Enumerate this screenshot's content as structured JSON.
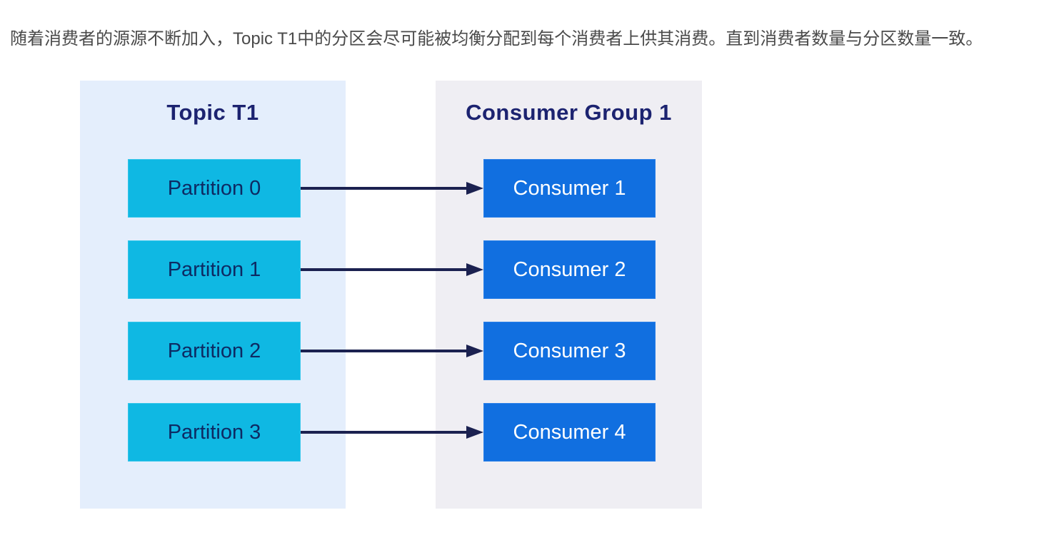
{
  "page": {
    "description_text": "随着消费者的源源不断加入，Topic T1中的分区会尽可能被均衡分配到每个消费者上供其消费。直到消费者数量与分区数量一致。",
    "background_color": "#ffffff",
    "description_color": "#4a4a4a"
  },
  "diagram": {
    "title_color": "#1c2370",
    "arrow_color": "#1b2150",
    "topic_panel": {
      "title": "Topic T1",
      "background": "#e4eefc",
      "item_background": "#0fb8e3",
      "item_text_color": "#0d2a63",
      "items": [
        "Partition 0",
        "Partition 1",
        "Partition 2",
        "Partition 3"
      ]
    },
    "consumer_panel": {
      "title": "Consumer Group 1",
      "background": "#efeef3",
      "item_background": "#116fe0",
      "item_text_color": "#ffffff",
      "items": [
        "Consumer 1",
        "Consumer 2",
        "Consumer 3",
        "Consumer 4"
      ]
    },
    "connections": [
      {
        "from": "Partition 0",
        "to": "Consumer 1"
      },
      {
        "from": "Partition 1",
        "to": "Consumer 2"
      },
      {
        "from": "Partition 2",
        "to": "Consumer 3"
      },
      {
        "from": "Partition 3",
        "to": "Consumer 4"
      }
    ]
  }
}
